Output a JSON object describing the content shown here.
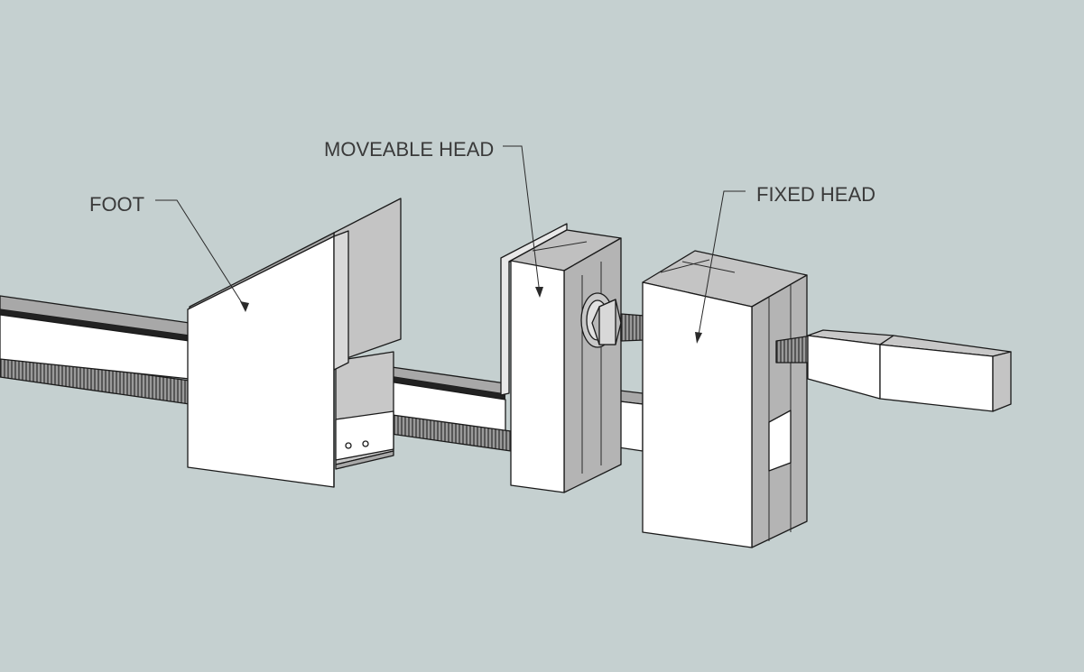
{
  "diagram": {
    "labels": {
      "foot": "FOOT",
      "moveable_head": "MOVEABLE HEAD",
      "fixed_head": "FIXED HEAD"
    },
    "colors": {
      "background": "#c5d0d0",
      "face_light": "#ffffff",
      "face_mid": "#d8d8d8",
      "face_dark": "#a8a8a8",
      "edge": "#1a1a1a",
      "label_text": "#3a3a3a"
    }
  }
}
